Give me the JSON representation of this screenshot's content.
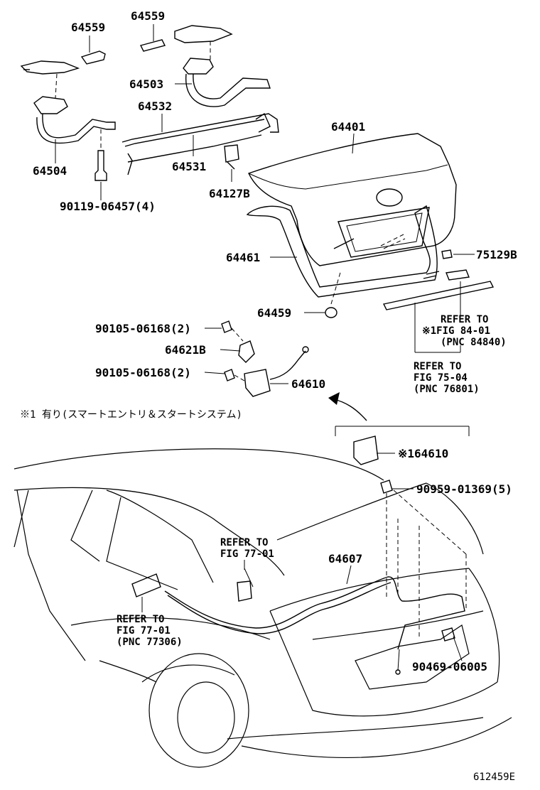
{
  "diagram": {
    "image_code": "612459E",
    "legend_note": "※1 有り(スマートエントリ＆スタートシステム)",
    "parts": {
      "p64559_left": "64559",
      "p64559_right": "64559",
      "p64503": "64503",
      "p64532": "64532",
      "p64504": "64504",
      "p64531": "64531",
      "p64127b": "64127B",
      "p90119": "90119-06457(4)",
      "p64401": "64401",
      "p64461": "64461",
      "p75129b": "75129B",
      "p64459": "64459",
      "p90105_a": "90105-06168(2)",
      "p64621b": "64621B",
      "p90105_b": "90105-06168(2)",
      "p64610": "64610",
      "p64610_alt": "※164610",
      "p90959": "90959-01369(5)",
      "p64607": "64607",
      "p90469": "90469-06005"
    },
    "refs": {
      "ref_8401_l1": "REFER TO",
      "ref_8401_l2": "※1FIG 84-01",
      "ref_8401_l3": "(PNC 84840)",
      "ref_7504_l1": "REFER TO",
      "ref_7504_l2": "FIG 75-04",
      "ref_7504_l3": "(PNC 76801)",
      "ref_7701a_l1": "REFER TO",
      "ref_7701a_l2": "FIG 77-01",
      "ref_7701b_l1": "REFER TO",
      "ref_7701b_l2": "FIG 77-01",
      "ref_7701b_l3": "(PNC 77306)"
    }
  }
}
